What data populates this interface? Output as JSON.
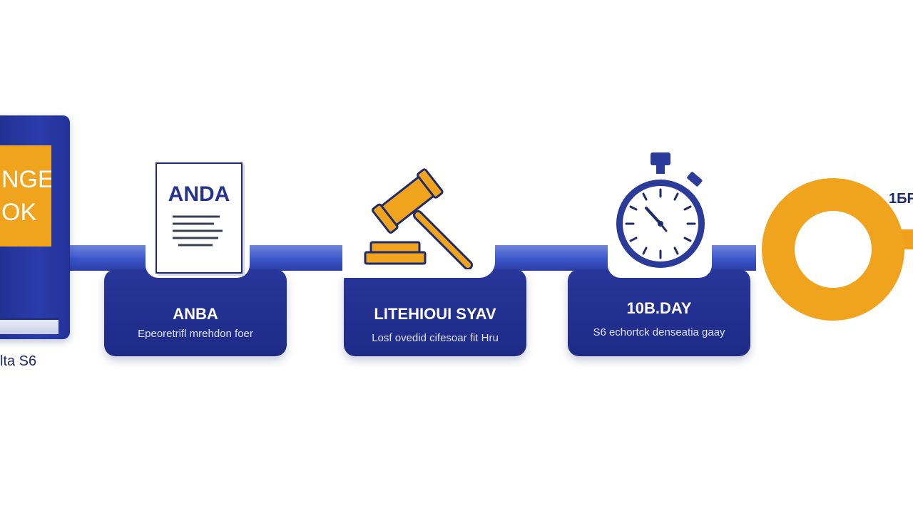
{
  "book": {
    "label_line1": "NGE",
    "label_line2": "OK",
    "caption": "lta S6"
  },
  "steps": [
    {
      "icon": "document-icon",
      "icon_text": "ANDA",
      "title": "ANBA",
      "description": "Epeoretrifl mrehdon foer"
    },
    {
      "icon": "gavel-icon",
      "title": "LITEHIOUI SYAV",
      "description": "Losf ovedid cifesoar fit Hru"
    },
    {
      "icon": "stopwatch-icon",
      "title": "10B.DAY",
      "description": "S6 echortck denseatia gaay"
    }
  ],
  "end_marker": {
    "icon": "orange-ring-icon",
    "text": "1БF"
  },
  "colors": {
    "navy": "#1e2a86",
    "blue_connector": "#3b55c9",
    "orange": "#f0a41e"
  }
}
